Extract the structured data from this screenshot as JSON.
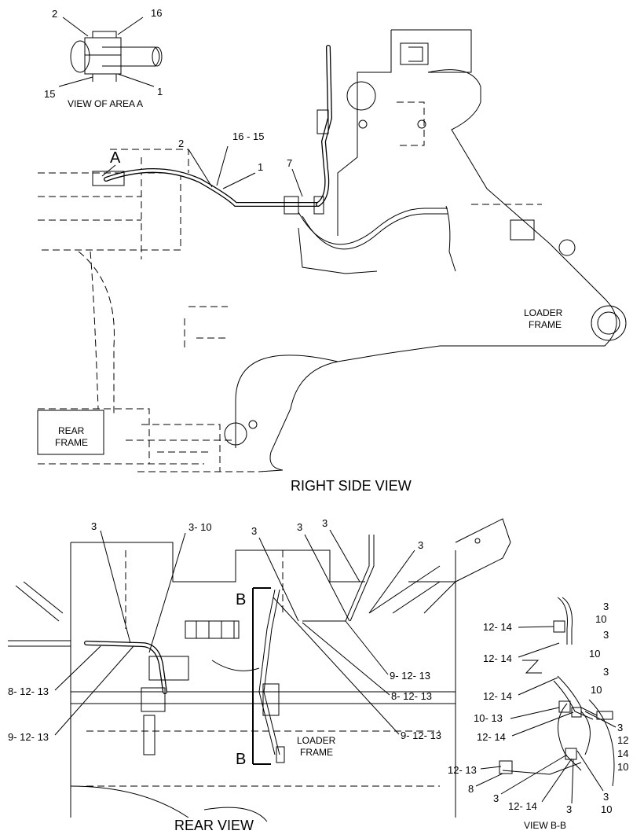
{
  "views": {
    "view_a": {
      "title": "VIEW OF AREA A",
      "callouts": [
        "2",
        "16",
        "15",
        "1"
      ]
    },
    "right_side": {
      "title": "RIGHT SIDE VIEW",
      "section_letter": "A",
      "callouts": [
        "2",
        "16 - 15",
        "1",
        "7"
      ],
      "frame_labels": {
        "loader_1": "LOADER",
        "loader_2": "FRAME",
        "rear_1": "REAR",
        "rear_2": "FRAME"
      }
    },
    "rear": {
      "title": "REAR VIEW",
      "section_letter_top": "B",
      "section_letter_bottom": "B",
      "callouts": [
        "3",
        "3- 10",
        "3",
        "3",
        "3",
        "3",
        "8- 12- 13",
        "9- 12- 13",
        "9- 12- 13",
        "8- 12- 13",
        "9- 12- 13"
      ],
      "frame_labels": {
        "loader_1": "LOADER",
        "loader_2": "FRAME"
      }
    },
    "view_bb": {
      "title": "VIEW B-B",
      "callouts": [
        "3",
        "10",
        "12- 14",
        "3",
        "10",
        "12- 14",
        "3",
        "10",
        "12- 14",
        "10- 13",
        "12- 14",
        "3",
        "12",
        "14",
        "10",
        "12- 13",
        "8",
        "3",
        "12- 14",
        "3",
        "3",
        "10"
      ]
    }
  }
}
